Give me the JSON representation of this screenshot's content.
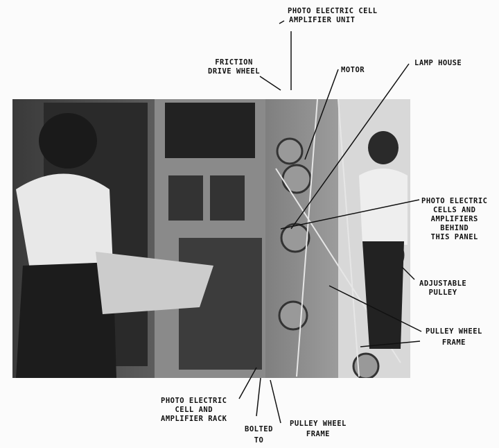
{
  "labels": {
    "pec_amp_unit": [
      "PHOTO ELECTRIC CELL",
      "AMPLIFIER UNIT"
    ],
    "friction_drive": [
      "FRICTION",
      "DRIVE WHEEL"
    ],
    "motor": [
      "MOTOR"
    ],
    "lamp_house": [
      "LAMP HOUSE"
    ],
    "pec_behind_panel": [
      "PHOTO ELECTRIC",
      "CELLS AND",
      "AMPLIFIERS",
      "BEHIND",
      "THIS PANEL"
    ],
    "adjustable_pulley": [
      "ADJUSTABLE",
      "PULLEY"
    ],
    "pulley_frame_right": [
      "PULLEY WHEEL",
      "FRAME"
    ],
    "pec_rack": [
      "PHOTO ELECTRIC",
      "CELL AND",
      "AMPLIFIER RACK"
    ],
    "bolted_to": [
      "BOLTED",
      "TO"
    ],
    "pulley_frame_bottom": [
      "PULLEY WHEEL",
      "FRAME"
    ]
  }
}
